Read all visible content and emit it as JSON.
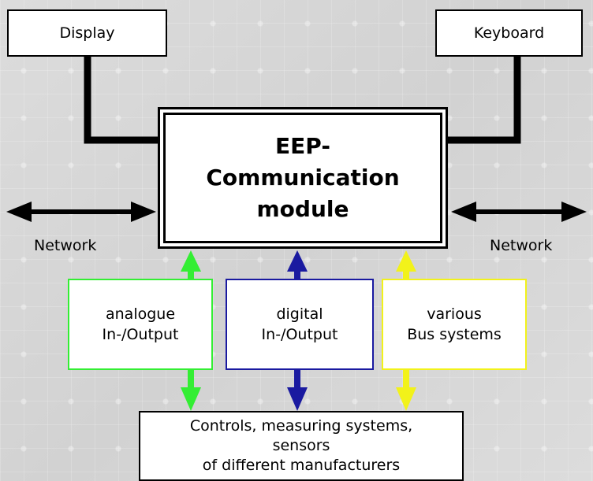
{
  "boxes": {
    "display": "Display",
    "keyboard": "Keyboard",
    "main": "EEP-\nCommunication\nmodule",
    "analog": "analogue\nIn-/Output",
    "digital": "digital\nIn-/Output",
    "bus": "various\nBus systems",
    "controls": "Controls, measuring systems,\nsensors\nof different manufacturers"
  },
  "labels": {
    "network_left": "Network",
    "network_right": "Network"
  },
  "colors": {
    "analog": "#33ee33",
    "digital": "#1a1aa0",
    "bus": "#f2f21a",
    "line": "#000000"
  }
}
